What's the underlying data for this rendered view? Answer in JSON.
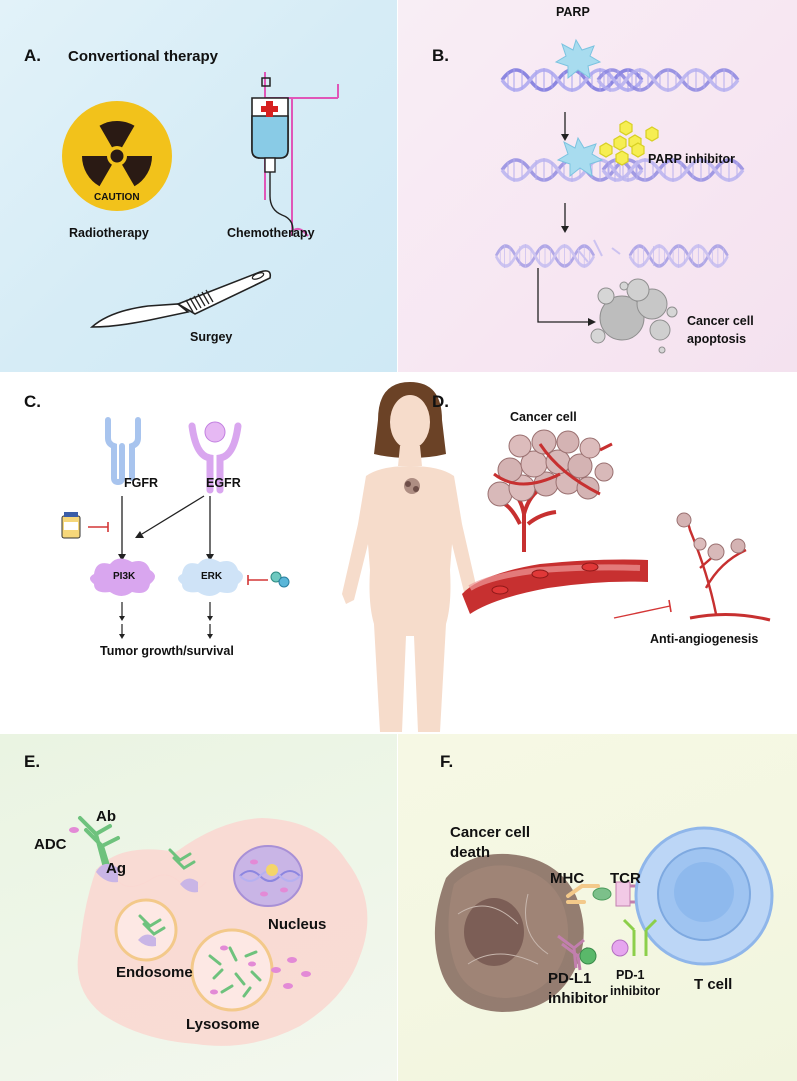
{
  "panel_a": {
    "letter": "A.",
    "title": "Convertional therapy",
    "caution": "CAUTION",
    "radiotherapy": "Radiotherapy",
    "chemotherapy": "Chemotherapy",
    "surgery": "Surgey"
  },
  "panel_b": {
    "letter": "B.",
    "parp": "PARP",
    "parp_inhibitor": "PARP inhibitor",
    "outcome_line1": "Cancer cell",
    "outcome_line2": "apoptosis"
  },
  "panel_c": {
    "letter": "C.",
    "fgfr": "FGFR",
    "egfr": "EGFR",
    "pi3k": "PI3K",
    "erk": "ERK",
    "outcome": "Tumor growth/survival"
  },
  "panel_d": {
    "letter": "D.",
    "cancer_cell": "Cancer cell",
    "anti_angiogenesis": "Anti-angiogenesis"
  },
  "panel_e": {
    "letter": "E.",
    "ab": "Ab",
    "adc": "ADC",
    "ag": "Ag",
    "nucleus": "Nucleus",
    "endosome": "Endosome",
    "lysosome": "Lysosome"
  },
  "panel_f": {
    "letter": "F.",
    "death_line1": "Cancer cell",
    "death_line2": "death",
    "mhc": "MHC",
    "tcr": "TCR",
    "pdl1_line1": "PD-L1",
    "pdl1_line2": "inhibitor",
    "pd1_line1": "PD-1",
    "pd1_line2": "inhibitor",
    "tcell": "T cell"
  },
  "colors": {
    "caution_yellow": "#f2c21b",
    "dna_purple": "#8c86e0",
    "parp_blue": "#a8dcef",
    "inhibitor_yellow": "#f6ee52",
    "vessel_red": "#d72b2b",
    "pi3k_purple": "#d9a6ef",
    "erk_blue": "#cfe3f7",
    "tcell_blue": "#9fc4f1"
  }
}
